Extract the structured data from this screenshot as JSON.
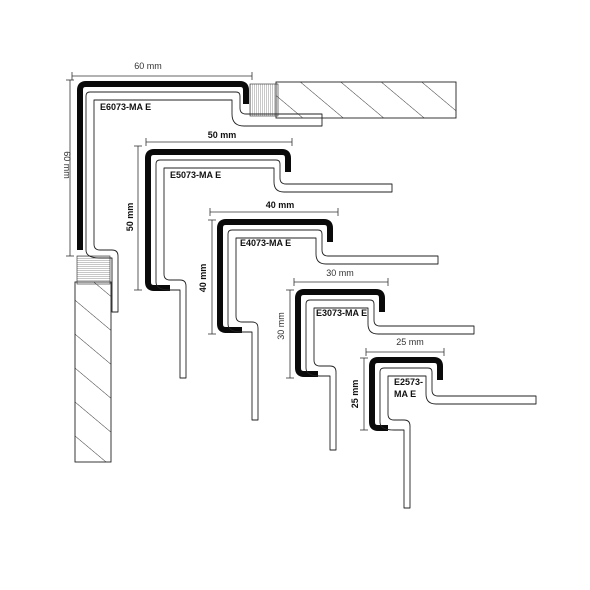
{
  "profiles": [
    {
      "code": "E6073-MA E",
      "width_label": "60 mm",
      "height_label": "60 mm"
    },
    {
      "code": "E5073-MA E",
      "width_label": "50 mm",
      "height_label": "50 mm"
    },
    {
      "code": "E4073-MA E",
      "width_label": "40 mm",
      "height_label": "40 mm"
    },
    {
      "code": "E3073-MA E",
      "width_label": "30 mm",
      "height_label": "30 mm"
    },
    {
      "code_line1": "E2573-",
      "code_line2": "MA E",
      "width_label": "25 mm",
      "height_label": "25 mm"
    }
  ],
  "colors": {
    "stroke": "#0a0a0a",
    "line": "#222222",
    "background": "#ffffff"
  }
}
